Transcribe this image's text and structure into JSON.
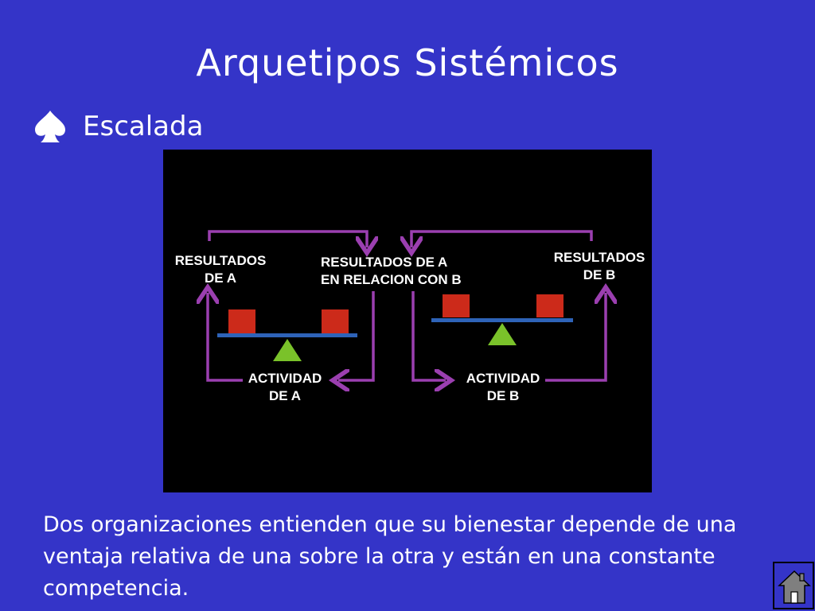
{
  "slide": {
    "title": "Arquetipos Sistémicos",
    "bullet": "Escalada",
    "caption": "Dos organizaciones entienden que su bienestar depende de una ventaja relativa de una sobre la otra y están en una constante competencia."
  },
  "diagram": {
    "resultados_a": "RESULTADOS\nDE A",
    "resultados_relacion": "RESULTADOS DE A\nEN RELACION CON B",
    "resultados_b": "RESULTADOS\nDE B",
    "actividad_a": "ACTIVIDAD\nDE A",
    "actividad_b": "ACTIVIDAD\nDE B"
  },
  "colors": {
    "background": "#3434c8",
    "diagram_background": "#000000",
    "arrow": "#9b3fb0",
    "weight": "#cc2a1a",
    "beam": "#2e63b8",
    "fulcrum": "#7ac22a"
  },
  "icons": {
    "bullet": "spade-icon",
    "navigation": "home-icon"
  }
}
